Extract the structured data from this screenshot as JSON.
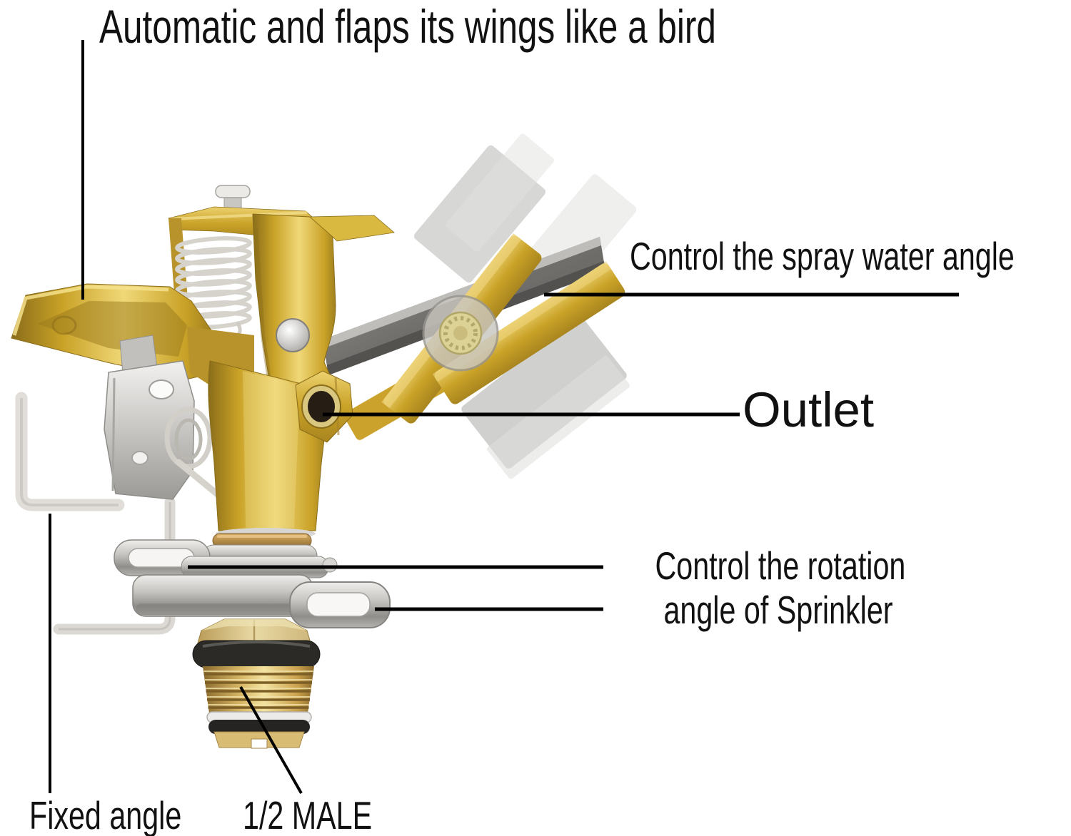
{
  "labels": {
    "top_title": "Automatic and flaps its wings like a bird",
    "spray_angle": "Control the spray water angle",
    "outlet": "Outlet",
    "rotation_line1": "Control the rotation",
    "rotation_line2": "angle of Sprinkler",
    "fixed_angle": "Fixed angle",
    "half_male": "1/2 MALE"
  },
  "figure": {
    "subject": "brass impact sprinkler head with ghosted spray-arm motion"
  },
  "colors": {
    "background": "#ffffff",
    "text": "#111111",
    "leader_line": "#000000",
    "brass_gold": "#c9a227",
    "brass_light": "#f0d878",
    "brass_dark": "#8a6d1a",
    "steel_gray": "#7c7b77",
    "silver": "#d7d5d1",
    "pale_brass_screw": "#ddd296",
    "oring_black": "#262422"
  }
}
